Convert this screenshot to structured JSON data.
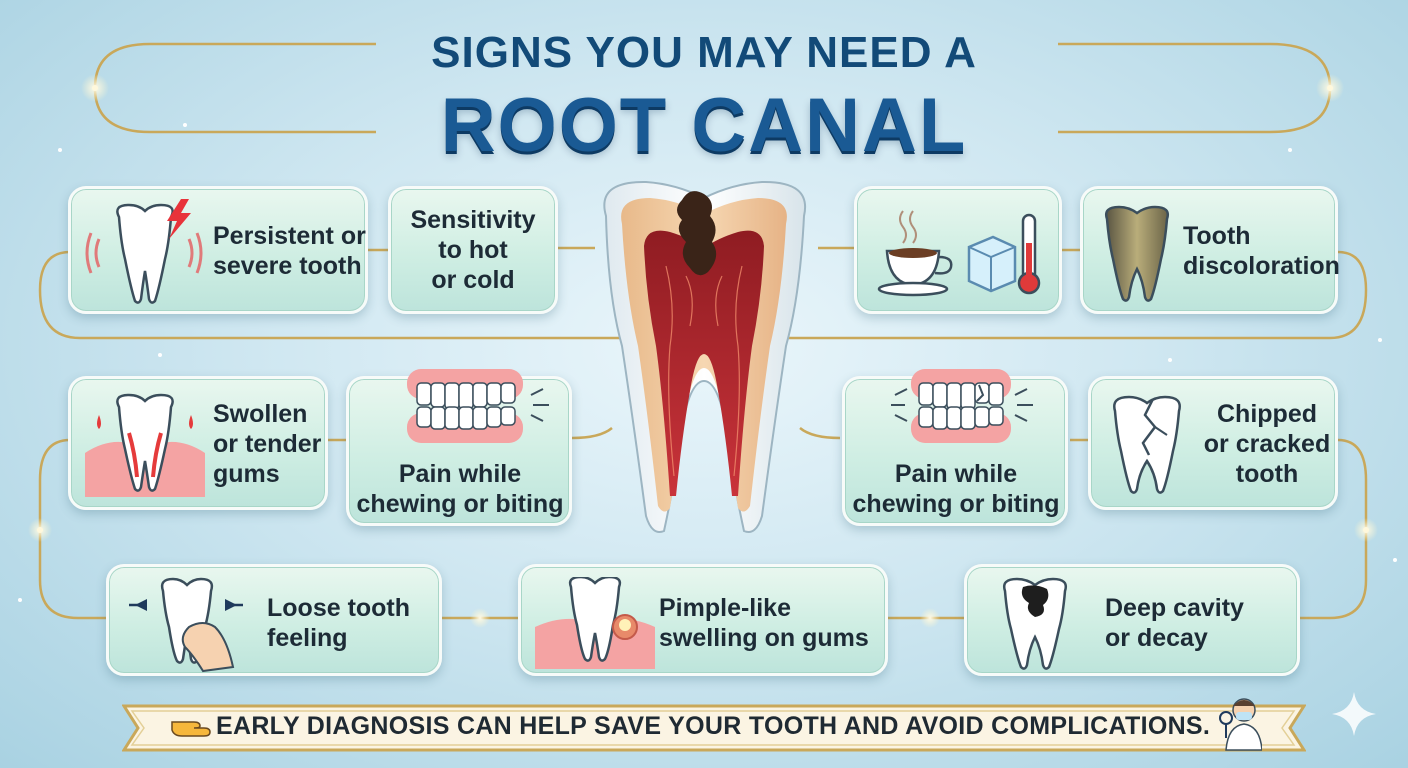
{
  "title": {
    "line1": "SIGNS YOU MAY NEED A",
    "line2": "ROOT CANAL"
  },
  "cards": {
    "persistent_pain": {
      "text": "Persistent or\nsevere tooth",
      "icon": "tooth-pain-icon"
    },
    "sensitivity": {
      "text": "Sensitivity\nto hot\nor cold",
      "icon": ""
    },
    "hot_cold": {
      "icon": "hot-coffee-ice-thermometer-icon"
    },
    "discoloration": {
      "text": "Tooth\ndiscoloration",
      "icon": "discolored-tooth-icon"
    },
    "swollen_gums": {
      "text": "Swollen\nor tender\ngums",
      "icon": "swollen-gum-tooth-icon"
    },
    "chewing_left": {
      "text": "Pain while\nchewing or biting",
      "icon": "teeth-bite-icon"
    },
    "chewing_right": {
      "text": "Pain while\nchewing or biting",
      "icon": "broken-teeth-bite-icon"
    },
    "chipped": {
      "text": "Chipped\nor cracked\ntooth",
      "icon": "cracked-tooth-icon"
    },
    "loose": {
      "text": "Loose tooth\nfeeling",
      "icon": "loose-tooth-hand-icon"
    },
    "pimple": {
      "text": "Pimple-like\nswelling on gums",
      "icon": "gum-pimple-icon"
    },
    "cavity": {
      "text": "Deep cavity\nor decay",
      "icon": "cavity-tooth-icon"
    }
  },
  "center_illustration": "tooth-cross-section-icon",
  "footer": {
    "text": "EARLY DIAGNOSIS CAN HELP SAVE YOUR TOOTH AND AVOID COMPLICATIONS.",
    "left_icon": "pointing-hand-icon",
    "right_icon": "dentist-icon"
  },
  "colors": {
    "title": "#124a78",
    "card_fill": "#d4f0e6",
    "gold_line": "#c9a85a",
    "gum": "#e88a8a",
    "pulp": "#a8242a"
  },
  "decor_icon": "sparkle-icon"
}
